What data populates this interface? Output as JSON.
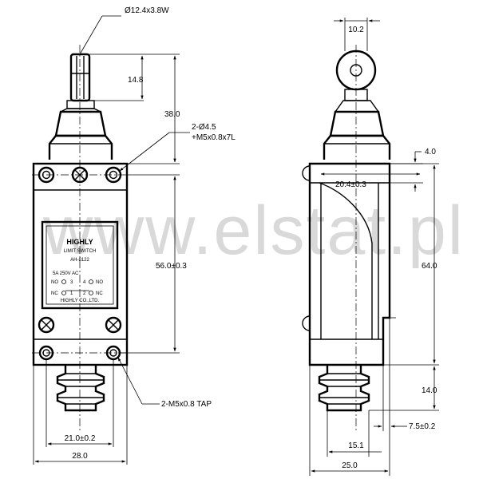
{
  "watermark": "www.elstat.pl",
  "nameplate": {
    "brand": "HIGHLY",
    "type": "LIMIT SWITCH",
    "model": "AH-8122",
    "rating": "5A 250V AC",
    "terminal_1": "1",
    "terminal_2": "2",
    "terminal_3": "3",
    "terminal_4": "4",
    "no_a": "NO",
    "no_b": "NO",
    "nc_a": "NC",
    "nc_b": "NC",
    "maker": "HIGHLY CO.,LTD."
  },
  "front_view": {
    "roller_dim": "Ø12.4x3.8W",
    "roller_height_dim": "14.8",
    "actuator_height_dim": "38.0",
    "hole_callout_line1": "2-Ø4.5",
    "hole_callout_line2": "+M5x0.8x7L",
    "hole_pitch_dim": "56.0±0.3",
    "tap_callout": "2-M5x0.8 TAP",
    "width_inner_dim": "21.0±0.2",
    "width_dim": "28.0"
  },
  "side_view": {
    "roller_width_dim": "10.2",
    "offset_dim": "4.0",
    "step_dim": "20.4±0.3",
    "height_dim": "64.0",
    "bottom_dim": "14.0",
    "edge_dim": "7.5±0.2",
    "boss_dim": "15.1",
    "depth_dim": "25.0"
  }
}
